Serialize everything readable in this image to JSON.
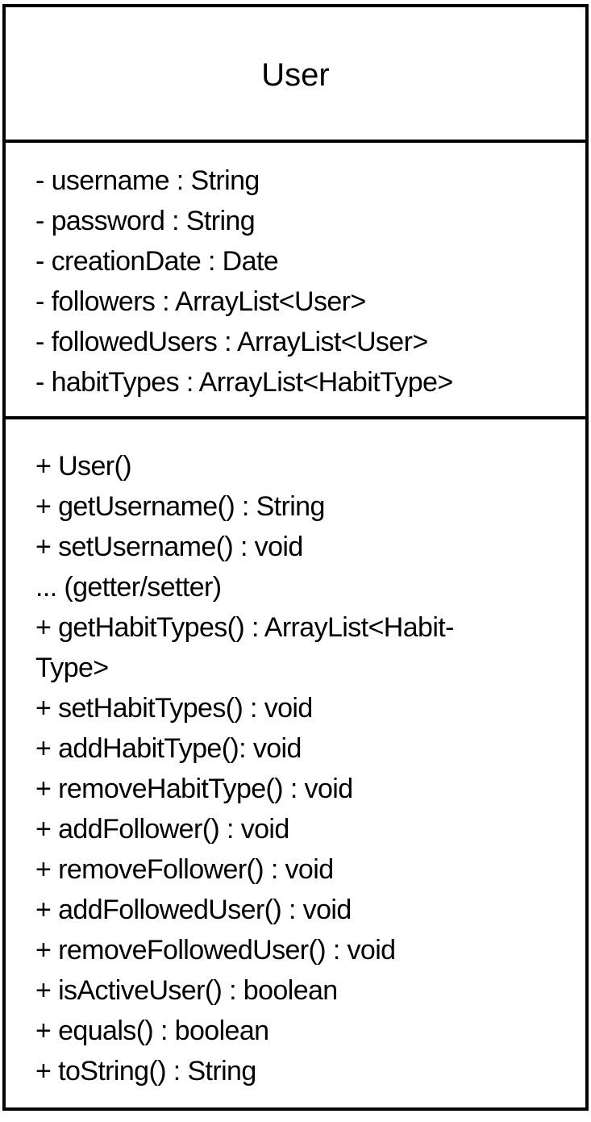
{
  "class_name": "User",
  "attributes": [
    "- username : String",
    "- password : String",
    "- creationDate : Date",
    "- followers : ArrayList<User>",
    "- followedUsers : ArrayList<User>",
    "- habitTypes : ArrayList<HabitType>"
  ],
  "methods": [
    "+ User()",
    "+ getUsername() : String",
    "+ setUsername() : void",
    "... (getter/setter)",
    "+ getHabitTypes() : ArrayList<Habit-",
    "Type>",
    "+ setHabitTypes() : void",
    "+ addHabitType(): void",
    "+ removeHabitType() : void",
    "+ addFollower() : void",
    "+ removeFollower() : void",
    "+ addFollowedUser() : void",
    "+ removeFollowedUser() : void",
    "+ isActiveUser() : boolean",
    "+ equals() : boolean",
    "+ toString() : String"
  ],
  "colors": {
    "border": "#000000",
    "text": "#000000",
    "background": "#ffffff"
  }
}
